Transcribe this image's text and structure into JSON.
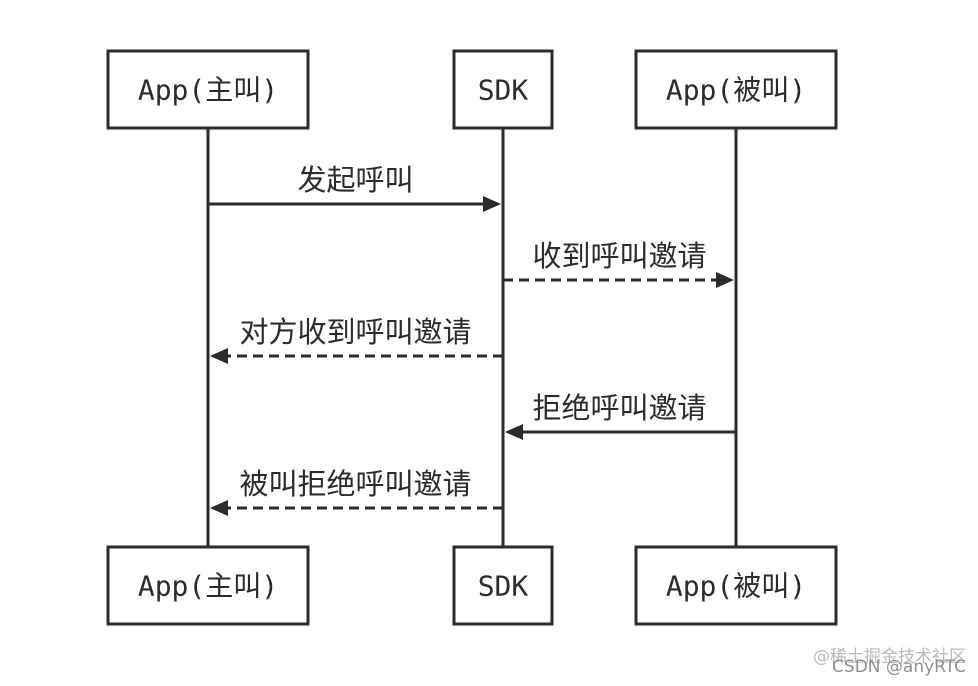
{
  "participants": [
    {
      "id": "caller",
      "label": "App(主叫)"
    },
    {
      "id": "sdk",
      "label": "SDK"
    },
    {
      "id": "callee",
      "label": "App(被叫)"
    }
  ],
  "messages": [
    {
      "from": "caller",
      "to": "sdk",
      "label": "发起呼叫",
      "style": "solid"
    },
    {
      "from": "sdk",
      "to": "callee",
      "label": "收到呼叫邀请",
      "style": "dashed"
    },
    {
      "from": "sdk",
      "to": "caller",
      "label": "对方收到呼叫邀请",
      "style": "dashed"
    },
    {
      "from": "callee",
      "to": "sdk",
      "label": "拒绝呼叫邀请",
      "style": "solid"
    },
    {
      "from": "sdk",
      "to": "caller",
      "label": "被叫拒绝呼叫邀请",
      "style": "dashed"
    }
  ],
  "watermark": {
    "line1": "@稀土掘金技术社区",
    "line2": "CSDN @anyRTC"
  },
  "colors": {
    "stroke": "#2b2b2b",
    "background": "#ffffff"
  }
}
